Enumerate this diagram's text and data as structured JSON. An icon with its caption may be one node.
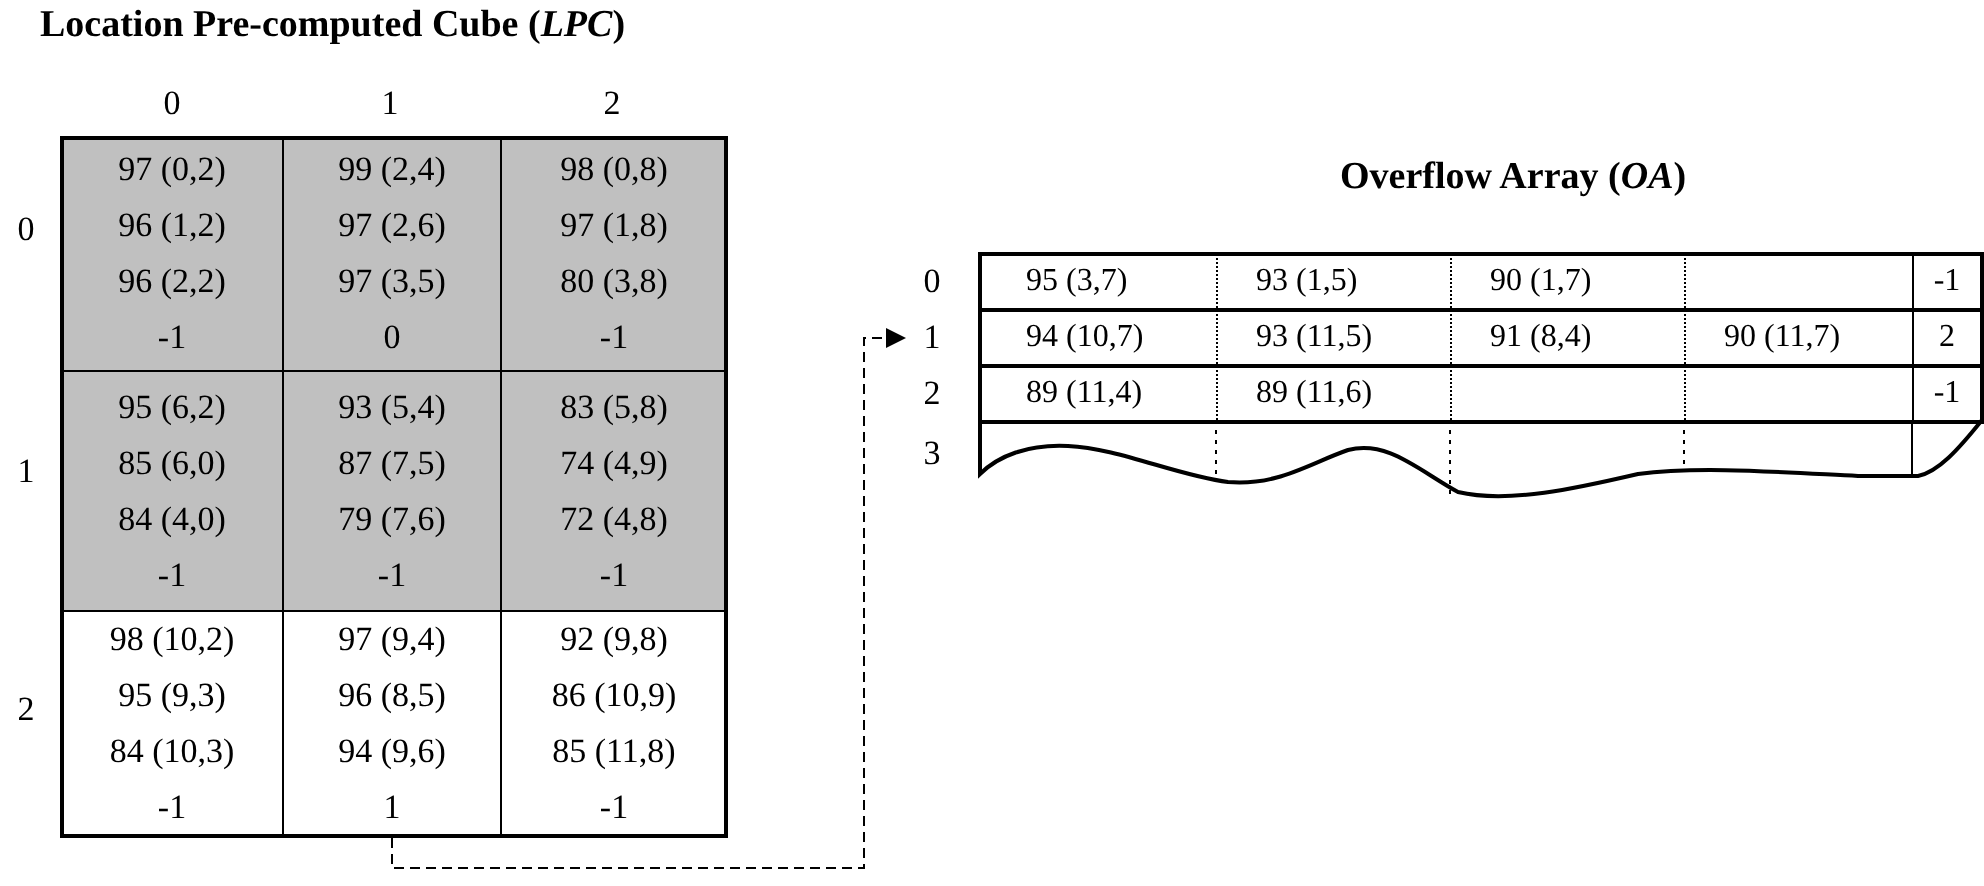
{
  "diagram": {
    "nodes": [
      {
        "text": [
          "Location Pre-computed Cube (*LPC*)"
        ]
      },
      {
        "text": [
          "97 (0,2)",
          "96 (1,2)",
          "96 (2,2)",
          "-1"
        ],
        "in": 0
      },
      {
        "text": [
          "99 (2,4)",
          "97 (2,6)",
          "97 (3,5)",
          "0"
        ],
        "in": 0
      },
      {
        "text": [
          "98 (0,8)",
          "97 (1,8)",
          "80 (3,8)",
          "-1"
        ],
        "in": 0
      },
      {
        "text": [
          "95 (6,2)",
          "85 (6,0)",
          "84 (4,0)",
          "-1"
        ],
        "in": 0
      },
      {
        "text": [
          "93 (5,4)",
          "87 (7,5)",
          "79 (7,6)",
          "-1"
        ],
        "in": 0
      },
      {
        "text": [
          "83 (5,8)",
          "74 (4,9)",
          "72 (4,8)",
          "-1"
        ],
        "in": 0
      },
      {
        "text": [
          "98 (10,2)",
          "95 (9,3)",
          "84 (10,3)",
          "-1"
        ],
        "in": 0
      },
      {
        "text": [
          "97 (9,4)",
          "96 (8,5)",
          "94 (9,6)",
          "1"
        ],
        "in": 0
      },
      {
        "text": [
          "92 (9,8)",
          "86 (10,9)",
          "85 (11,8)",
          "-1"
        ],
        "in": 0
      },
      {
        "text": [
          "Overflow Array (*OA*)"
        ]
      },
      {
        "text": [
          "0",
          "95 (3,7)",
          "93 (1,5)",
          "90 (1,7)",
          "-1"
        ],
        "in": 10
      },
      {
        "text": [
          "1",
          "94 (10,7)",
          "93 (11,5)",
          "91 (8,4)",
          "90 (11,7)",
          "2"
        ],
        "in": 10
      },
      {
        "text": [
          "2",
          "89 (11,4)",
          "89 (11,6)",
          "-1"
        ],
        "in": 10
      },
      {
        "text": [
          "3"
        ],
        "in": 10
      }
    ],
    "edges": [
      {
        "from": 8,
        "to": 12,
        "arrow": "to",
        "style": "dashed"
      }
    ],
    "labels": [
      "0",
      "1",
      "2",
      "0",
      "1",
      "2"
    ]
  }
}
